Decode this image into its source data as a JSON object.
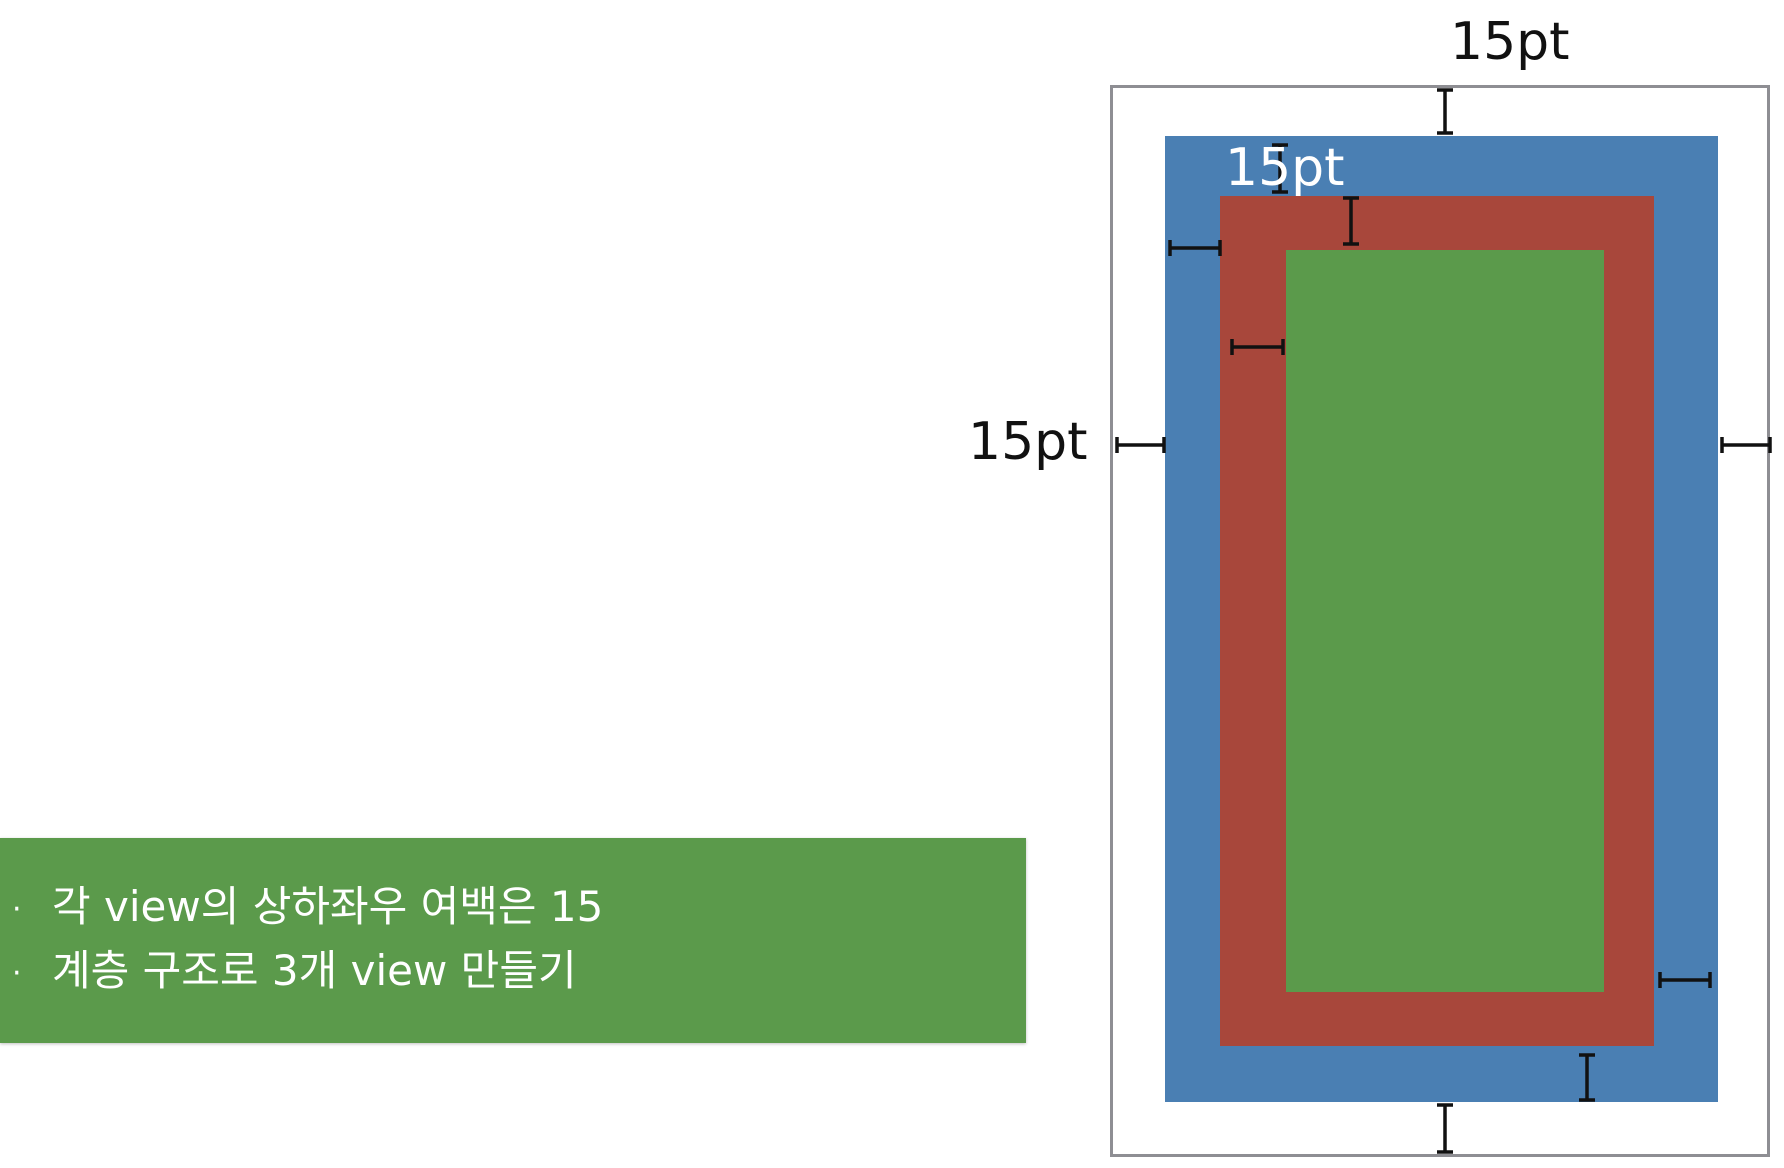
{
  "instructions": {
    "bullet_symbol": "·",
    "items": [
      "각 view의 상하좌우 여백은 15",
      "계층 구조로 3개 view 만들기"
    ]
  },
  "margin_labels": {
    "top": "15pt",
    "left": "15pt",
    "inner": "15pt"
  },
  "colors": {
    "card_green": "#5b9a4b",
    "blue_view": "#4a7fb3",
    "red_view": "#a8473b",
    "green_view": "#5b9a4b",
    "frame_gray": "#8e8e93"
  }
}
